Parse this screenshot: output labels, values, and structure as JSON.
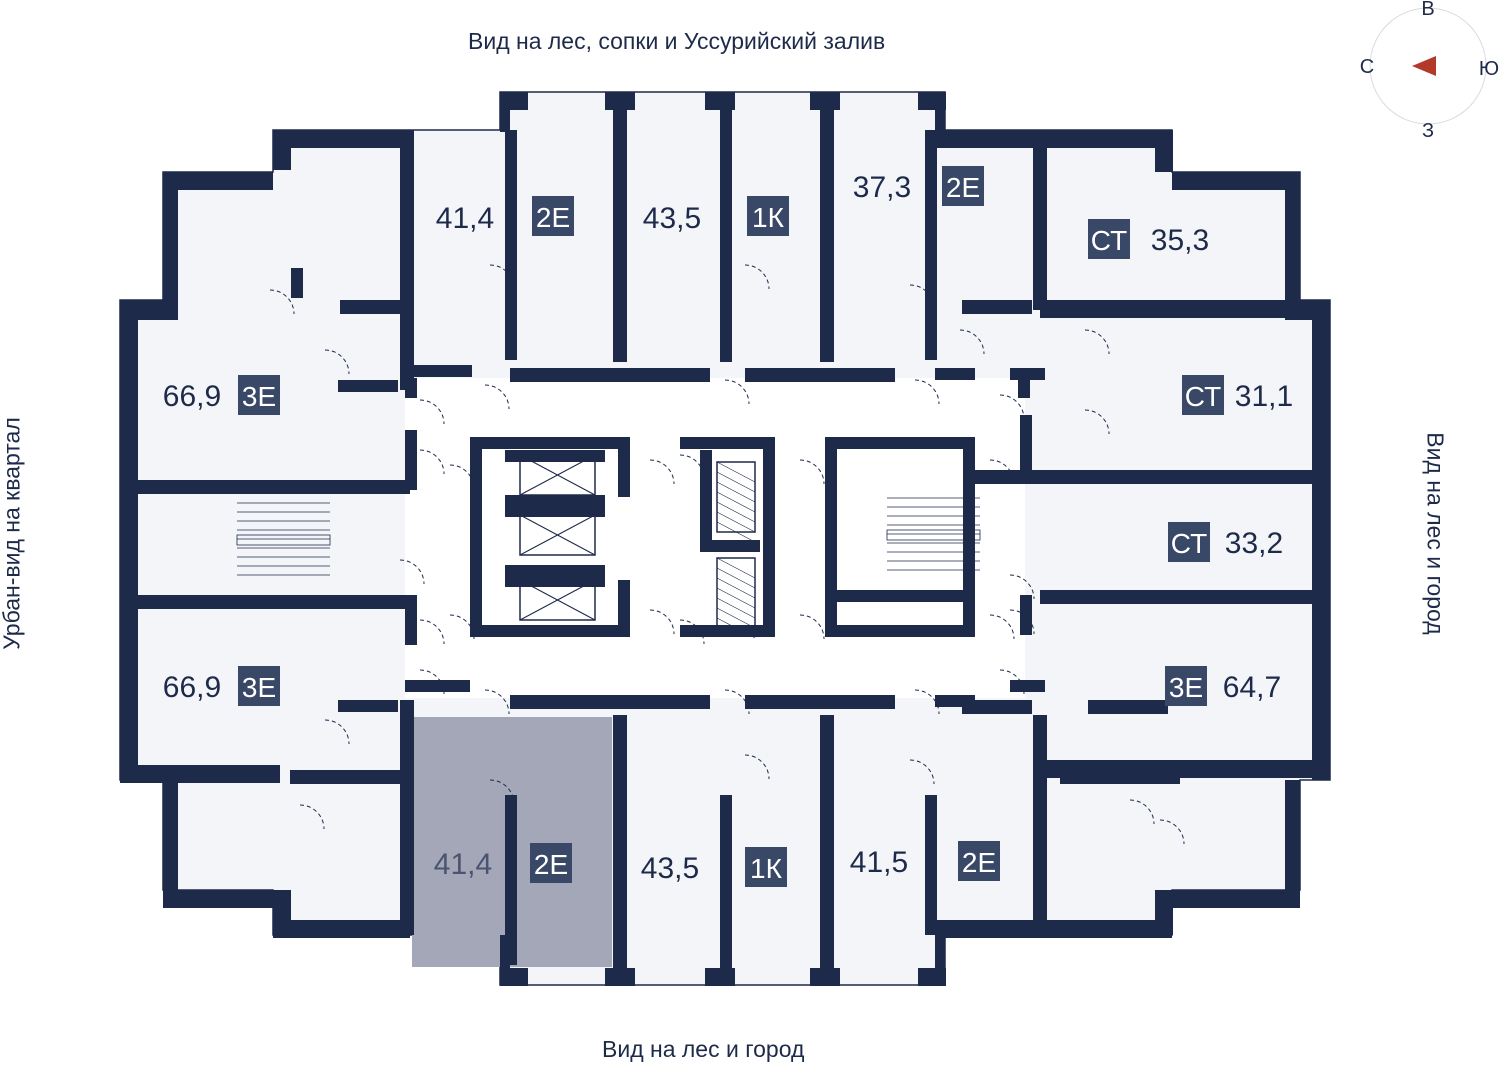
{
  "views": {
    "top": "Вид на лес, сопки и Уссурийский залив",
    "bottom": "Вид на лес и город",
    "left": "Урбан-вид на квартал",
    "right": "Вид на лес и город"
  },
  "compass": {
    "north": "С",
    "east": "В",
    "south": "Ю",
    "west": "З"
  },
  "colors": {
    "wall": "#1e2a4a",
    "floor": "#f4f5f9",
    "badge": "#3a4868",
    "highlight": "#a3a7b8",
    "arrow": "#b23a2a"
  },
  "units": [
    {
      "area": "41,4",
      "type": "2Е",
      "highlighted": false
    },
    {
      "area": "43,5",
      "type": "1К",
      "highlighted": false
    },
    {
      "area": "37,3",
      "type": "2Е",
      "highlighted": false
    },
    {
      "area": "35,3",
      "type": "СТ",
      "highlighted": false
    },
    {
      "area": "66,9",
      "type": "3Е",
      "highlighted": false
    },
    {
      "area": "31,1",
      "type": "СТ",
      "highlighted": false
    },
    {
      "area": "33,2",
      "type": "СТ",
      "highlighted": false
    },
    {
      "area": "66,9",
      "type": "3Е",
      "highlighted": false
    },
    {
      "area": "64,7",
      "type": "3Е",
      "highlighted": false
    },
    {
      "area": "41,4",
      "type": "2Е",
      "highlighted": true
    },
    {
      "area": "43,5",
      "type": "1К",
      "highlighted": false
    },
    {
      "area": "41,5",
      "type": "2Е",
      "highlighted": false
    }
  ]
}
